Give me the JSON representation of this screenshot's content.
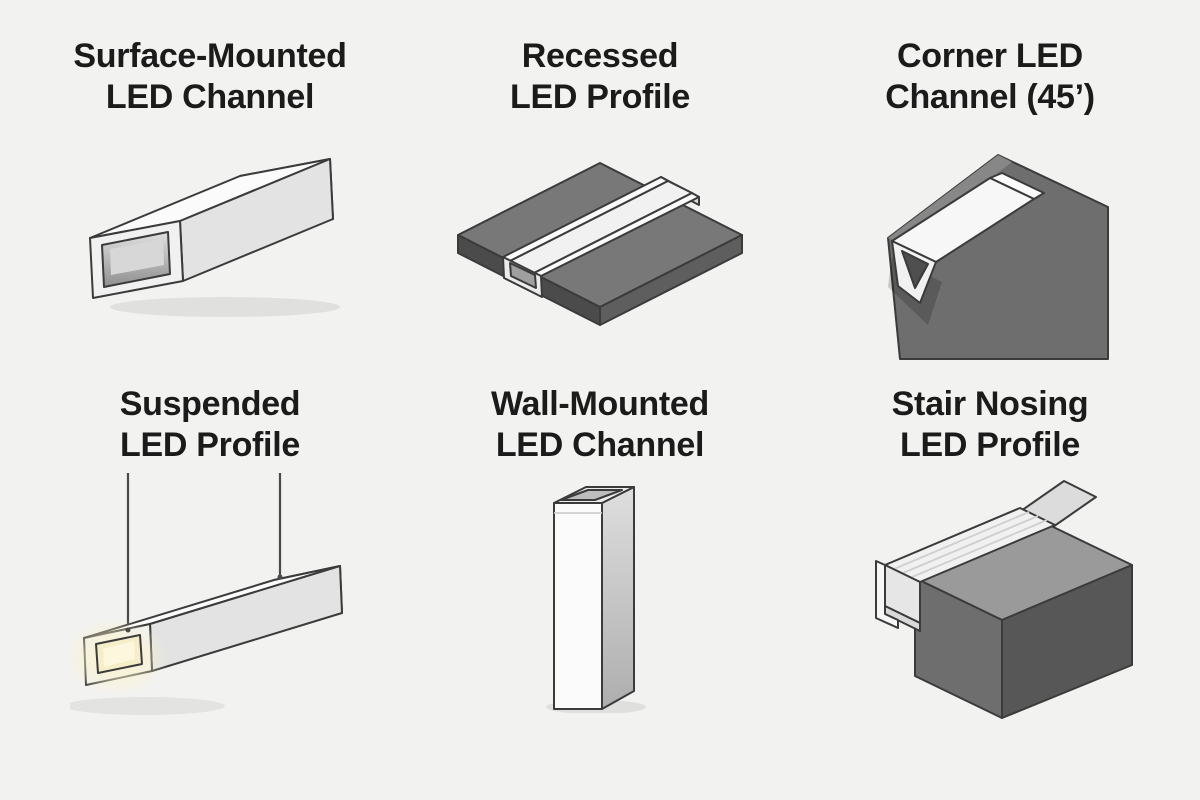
{
  "page": {
    "background": "#f2f2f0"
  },
  "cards": [
    {
      "id": "surface-mounted-led-channel",
      "title_line1": "Surface-Mounted",
      "title_line2": "LED Channel"
    },
    {
      "id": "recessed-led-profile",
      "title_line1": "Recessed",
      "title_line2": "LED Profile"
    },
    {
      "id": "corner-led-channel-45",
      "title_line1": "Corner LED",
      "title_line2": "Channel (45’)"
    },
    {
      "id": "suspended-led-profile",
      "title_line1": "Suspended",
      "title_line2": "LED Profile"
    },
    {
      "id": "wall-mounted-led-channel",
      "title_line1": "Wall-Mounted",
      "title_line2": "LED Channel"
    },
    {
      "id": "stair-nosing-led-profile",
      "title_line1": "Stair Nosing",
      "title_line2": "LED Profile"
    }
  ],
  "colors": {
    "background": "#f2f2f0",
    "title_text": "#1b1b1b",
    "outline": "#3b3b3b",
    "profile_white": "#fbfbfb",
    "profile_light": "#f1f1f1",
    "profile_shade": "#e3e3e3",
    "cavity_gray": "#c0c0c0",
    "slab_gray": "#787878",
    "slab_dark": "#4b4b4b",
    "step_gray": "#9a9a9a",
    "wire_gray": "#4a4a4a",
    "warm_glow": "#f6eec8"
  }
}
